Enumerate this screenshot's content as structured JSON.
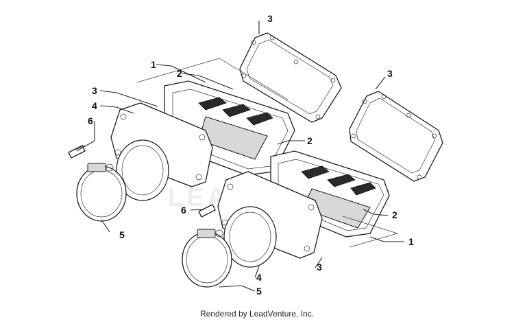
{
  "callouts": {
    "c1a": "1",
    "c1b": "1",
    "c2a": "2",
    "c2b": "2",
    "c2c": "2",
    "c3a": "3",
    "c3b": "3",
    "c3c": "3",
    "c3d": "3",
    "c4a": "4",
    "c4b": "4",
    "c5a": "5",
    "c5b": "5",
    "c6a": "6",
    "c6b": "6"
  },
  "watermark": "LEADVENTURE",
  "footer": "Rendered by LeadVenture, Inc."
}
